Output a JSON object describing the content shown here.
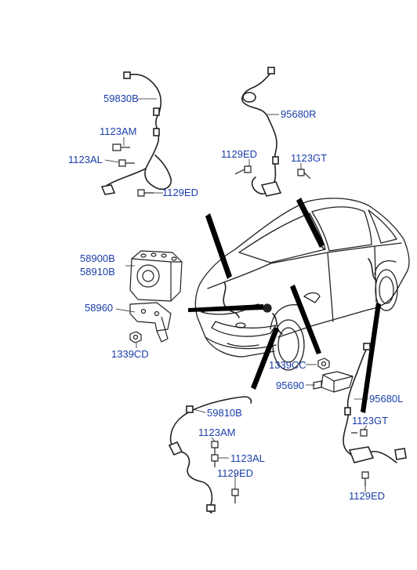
{
  "diagram": {
    "labels": {
      "sensor_rear_left": "59830B",
      "sensor_rear_right": "95680R",
      "bolt_1123am_top": "1123AM",
      "bolt_1123al_top": "1123AL",
      "bolt_1129ed_top_left": "1129ED",
      "bolt_1129ed_top_right": "1129ED",
      "bolt_1123gt_top": "1123GT",
      "hcu_a": "58900B",
      "hcu_b": "58910B",
      "bracket": "58960",
      "nut": "1339CD",
      "nut_cc": "1339CC",
      "module": "95690",
      "sensor_front_right": "95680L",
      "bolt_1123gt_bottom": "1123GT",
      "bolt_1129ed_bottom_right": "1129ED",
      "sensor_front_left": "59810B",
      "bolt_1123am_bottom": "1123AM",
      "bolt_1123al_bottom": "1123AL",
      "bolt_1129ed_bottom_left": "1129ED"
    }
  }
}
